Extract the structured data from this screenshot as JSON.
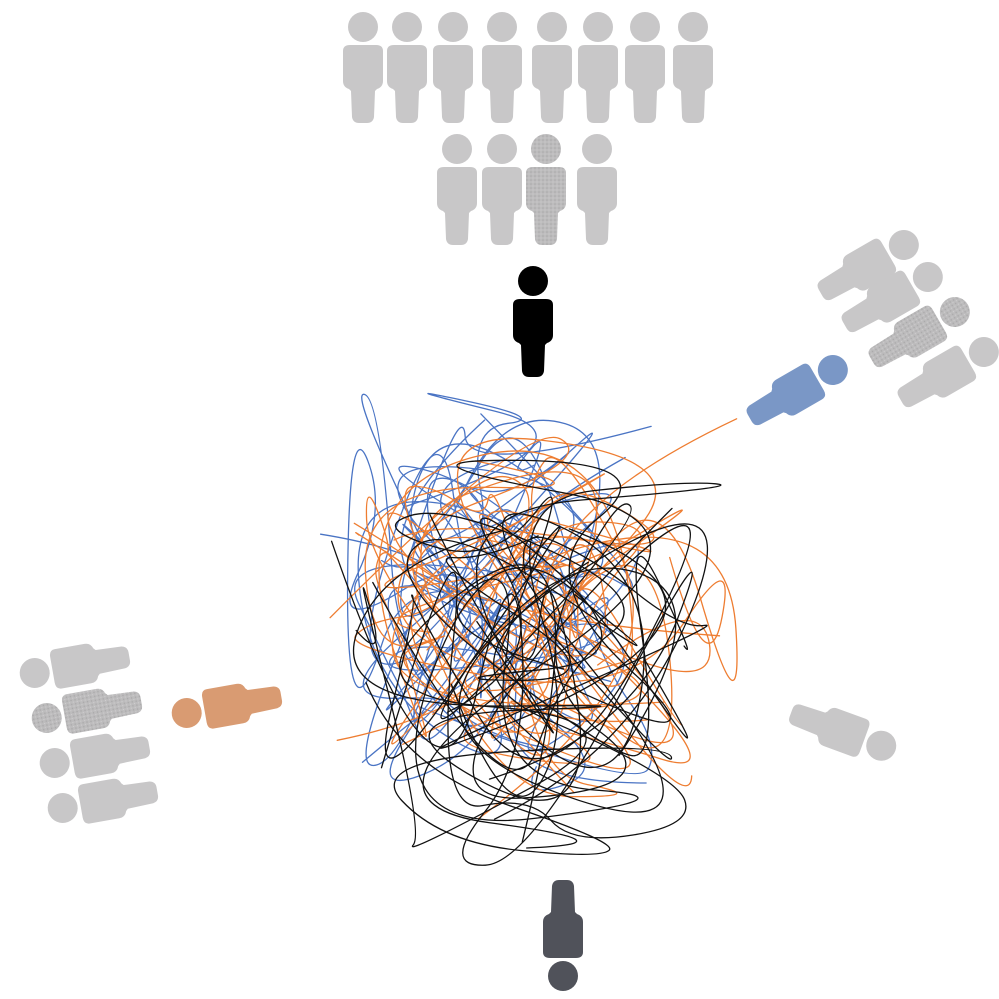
{
  "diagram": {
    "description_visible_text": [],
    "colors": {
      "crowd": "#c8c7c8",
      "crowd_textured": "#b9b8b9",
      "leader_top": "#000000",
      "leader_right": "#7a97c6",
      "leader_left": "#d99b72",
      "leader_bottom": "#50525a",
      "scribble_blue": "#4a74c4",
      "scribble_orange": "#ee7d31",
      "scribble_black": "#111111"
    },
    "icons": {
      "person": "person-icon"
    },
    "groups": [
      {
        "id": "top",
        "leader_color": "leader_top",
        "follower_count": 12
      },
      {
        "id": "right",
        "leader_color": "leader_right",
        "follower_count": 4
      },
      {
        "id": "left",
        "leader_color": "leader_left",
        "follower_count": 4
      },
      {
        "id": "bottom",
        "leader_color": "leader_bottom",
        "follower_count": 1
      }
    ]
  }
}
